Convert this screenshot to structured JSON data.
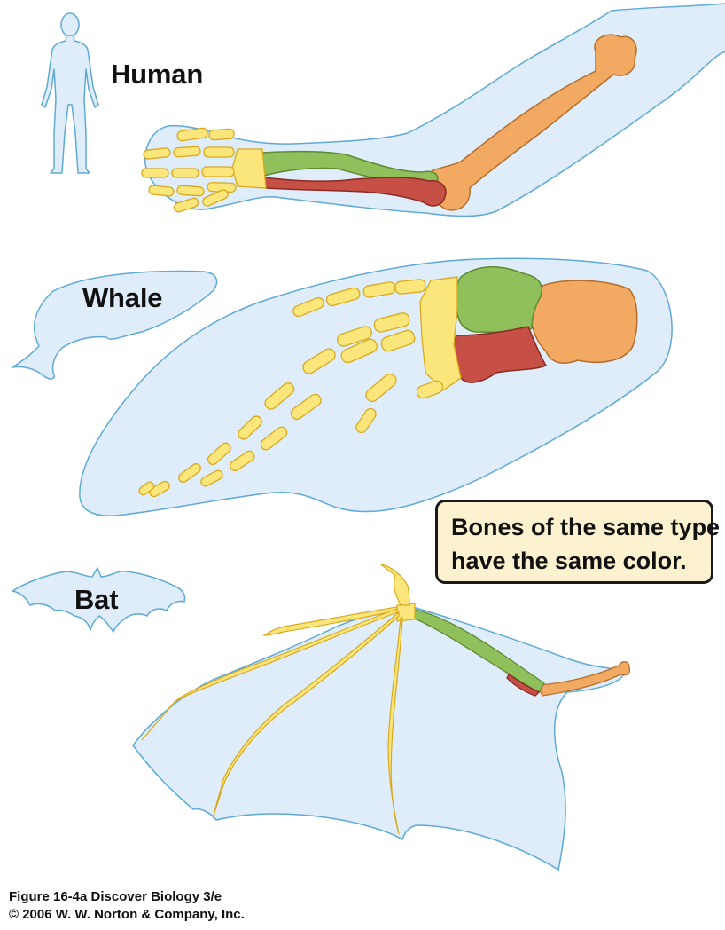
{
  "labels": {
    "human": "Human",
    "whale": "Whale",
    "bat": "Bat"
  },
  "note": {
    "line1": "Bones of the same type",
    "line2": "have the same color."
  },
  "caption": {
    "line1": "Figure 16-4a  Discover Biology 3/e",
    "line2": "© 2006 W. W. Norton & Company, Inc."
  },
  "colors": {
    "background": "#ffffff",
    "skin_fill": "#deedf9",
    "skin_outline": "#5ea9d6",
    "humerus": "#f2a962",
    "radius": "#8fc05c",
    "ulna": "#c65046",
    "hand_bones": "#fbe67b",
    "note_fill": "#fdf2cf"
  }
}
